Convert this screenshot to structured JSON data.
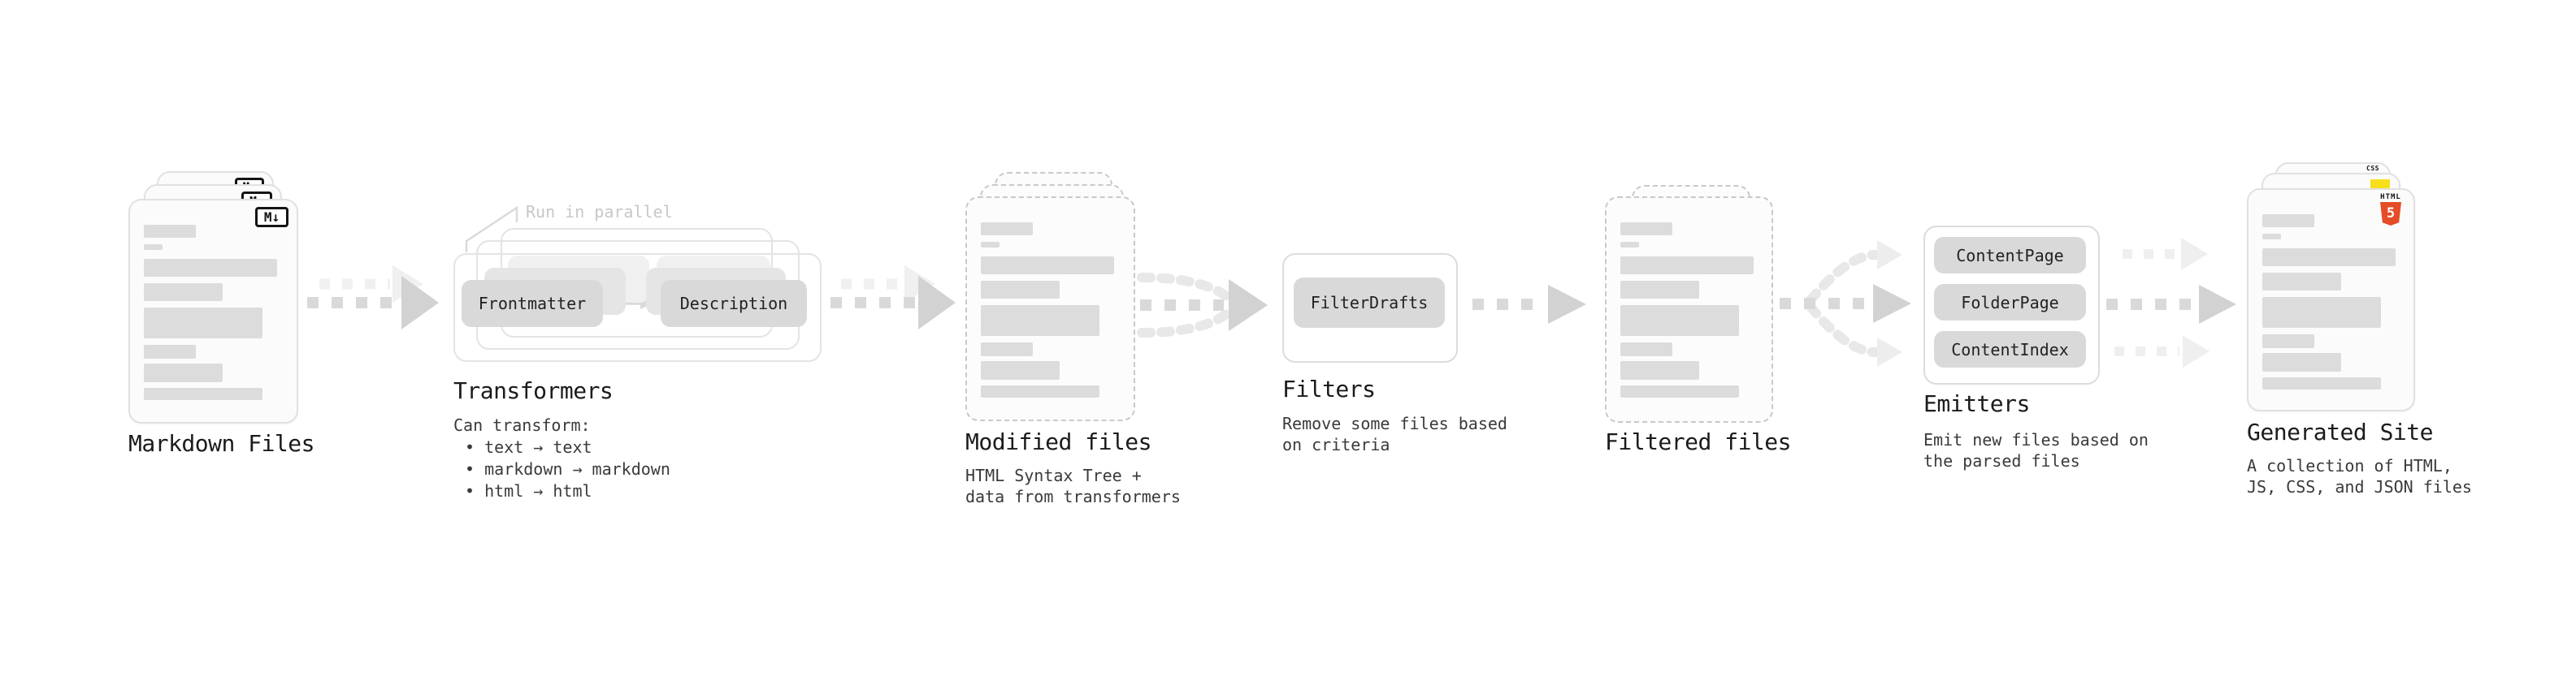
{
  "nodes": {
    "markdown_files": {
      "title": "Markdown Files",
      "badge": "M↓"
    },
    "transformers": {
      "title": "Transformers",
      "annotation": "Run in parallel",
      "box_front": "Frontmatter",
      "box_back": "Description",
      "desc": [
        "Can transform:",
        "• text → text",
        "• markdown → markdown",
        "• html → html"
      ]
    },
    "modified_files": {
      "title": "Modified files",
      "desc": [
        "HTML Syntax Tree +",
        "data from transformers"
      ]
    },
    "filters": {
      "title": "Filters",
      "box": "FilterDrafts",
      "desc": [
        "Remove some files based",
        "on criteria"
      ]
    },
    "filtered_files": {
      "title": "Filtered files"
    },
    "emitters": {
      "title": "Emitters",
      "boxes": [
        "ContentPage",
        "FolderPage",
        "ContentIndex"
      ],
      "desc": [
        "Emit new files based on",
        "the parsed files"
      ]
    },
    "generated_site": {
      "title": "Generated Site",
      "badges": {
        "css": "CSS",
        "html": "HTML",
        "html_number": "5"
      },
      "desc": [
        "A collection of HTML,",
        "JS, CSS, and JSON files"
      ]
    }
  },
  "colors": {
    "html5_orange": "#e44d26",
    "css_blue": "#2965f1",
    "js_yellow": "#f7df1e",
    "box_gray": "#d9d9d9",
    "arrow_gray": "#d9d9d9",
    "arrow_faint": "#efefef"
  }
}
